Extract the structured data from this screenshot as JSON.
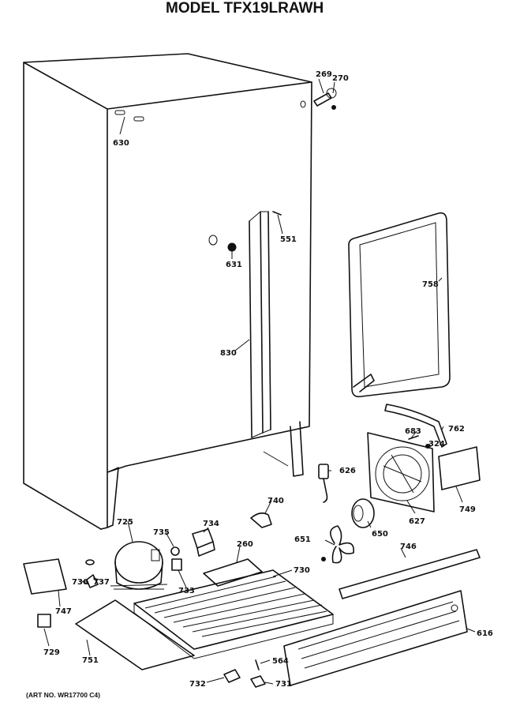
{
  "title": "MODEL TFX19LRAWH",
  "art_number": "(ART NO. WR17700 C4)",
  "parts": [
    {
      "id": "269",
      "label": "269"
    },
    {
      "id": "270",
      "label": "270"
    },
    {
      "id": "630",
      "label": "630"
    },
    {
      "id": "551",
      "label": "551"
    },
    {
      "id": "631",
      "label": "631"
    },
    {
      "id": "758",
      "label": "758"
    },
    {
      "id": "830",
      "label": "830"
    },
    {
      "id": "762",
      "label": "762"
    },
    {
      "id": "683",
      "label": "683"
    },
    {
      "id": "324",
      "label": "324"
    },
    {
      "id": "626",
      "label": "626"
    },
    {
      "id": "749",
      "label": "749"
    },
    {
      "id": "740",
      "label": "740"
    },
    {
      "id": "627",
      "label": "627"
    },
    {
      "id": "725",
      "label": "725"
    },
    {
      "id": "734",
      "label": "734"
    },
    {
      "id": "735",
      "label": "735"
    },
    {
      "id": "650",
      "label": "650"
    },
    {
      "id": "651",
      "label": "651"
    },
    {
      "id": "260",
      "label": "260"
    },
    {
      "id": "746",
      "label": "746"
    },
    {
      "id": "730",
      "label": "730"
    },
    {
      "id": "736",
      "label": "736"
    },
    {
      "id": "737",
      "label": "737"
    },
    {
      "id": "733",
      "label": "733"
    },
    {
      "id": "747",
      "label": "747"
    },
    {
      "id": "616",
      "label": "616"
    },
    {
      "id": "729",
      "label": "729"
    },
    {
      "id": "751",
      "label": "751"
    },
    {
      "id": "564",
      "label": "564"
    },
    {
      "id": "732",
      "label": "732"
    },
    {
      "id": "731",
      "label": "731"
    }
  ]
}
